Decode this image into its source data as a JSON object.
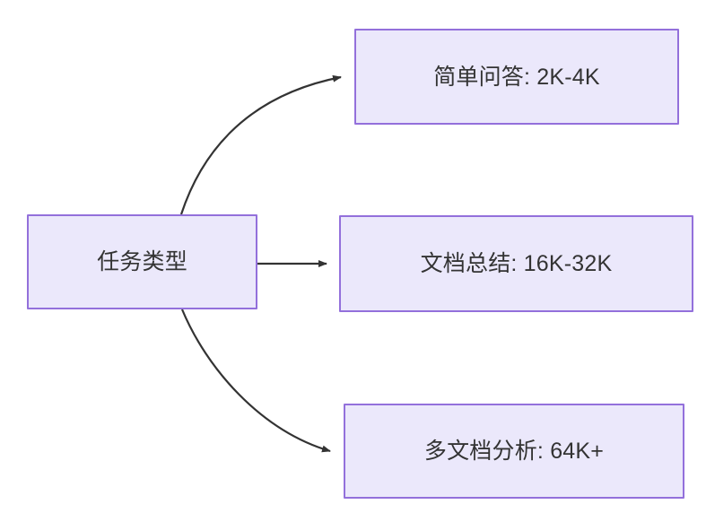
{
  "diagram": {
    "type": "flowchart",
    "direction": "left-to-right",
    "background_color": "#ffffff",
    "node_fill_color": "#ebe8fb",
    "node_border_color": "#9370db",
    "node_text_color": "#333333",
    "edge_color": "#333333",
    "root": {
      "id": "root",
      "label": "任务类型"
    },
    "branches": [
      {
        "id": "task-1",
        "label": "简单问答: 2K-4K",
        "task": "简单问答",
        "context_range": "2K-4K"
      },
      {
        "id": "task-2",
        "label": "文档总结: 16K-32K",
        "task": "文档总结",
        "context_range": "16K-32K"
      },
      {
        "id": "task-3",
        "label": "多文档分析: 64K+",
        "task": "多文档分析",
        "context_range": "64K+"
      }
    ],
    "edges": [
      {
        "id": "edge-root-task-1",
        "from": "root",
        "to": "task-1",
        "style": "curved-arrow"
      },
      {
        "id": "edge-root-task-2",
        "from": "root",
        "to": "task-2",
        "style": "straight-arrow"
      },
      {
        "id": "edge-root-task-3",
        "from": "root",
        "to": "task-3",
        "style": "curved-arrow"
      }
    ]
  }
}
